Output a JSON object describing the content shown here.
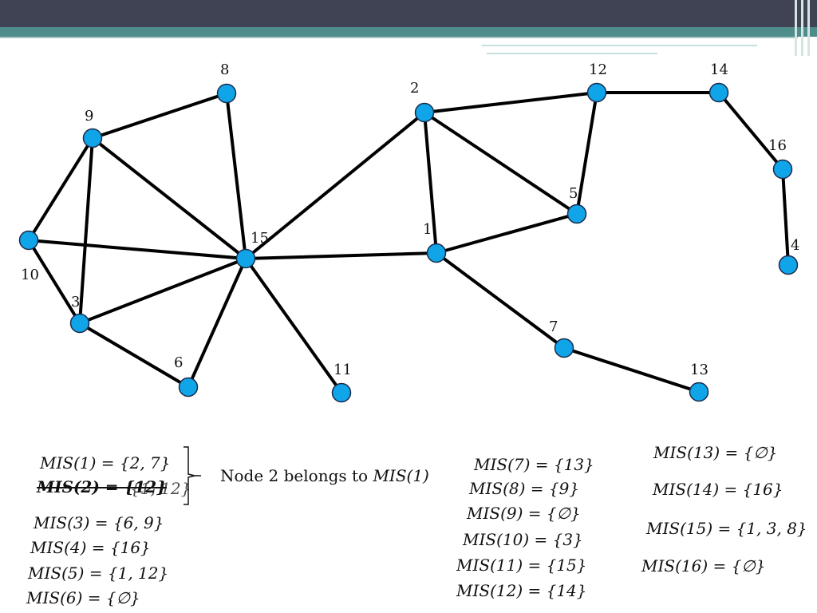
{
  "graph": {
    "nodes": [
      {
        "id": "8",
        "label": "8"
      },
      {
        "id": "9",
        "label": "9"
      },
      {
        "id": "10",
        "label": "10"
      },
      {
        "id": "3",
        "label": "3"
      },
      {
        "id": "6",
        "label": "6"
      },
      {
        "id": "15",
        "label": "15"
      },
      {
        "id": "11",
        "label": "11"
      },
      {
        "id": "2",
        "label": "2"
      },
      {
        "id": "1",
        "label": "1"
      },
      {
        "id": "5",
        "label": "5"
      },
      {
        "id": "7",
        "label": "7"
      },
      {
        "id": "13",
        "label": "13"
      },
      {
        "id": "12",
        "label": "12"
      },
      {
        "id": "14",
        "label": "14"
      },
      {
        "id": "16",
        "label": "16"
      },
      {
        "id": "4",
        "label": "4"
      }
    ],
    "edges": [
      [
        "8",
        "9"
      ],
      [
        "8",
        "15"
      ],
      [
        "9",
        "10"
      ],
      [
        "9",
        "3"
      ],
      [
        "9",
        "15"
      ],
      [
        "10",
        "15"
      ],
      [
        "10",
        "3"
      ],
      [
        "3",
        "15"
      ],
      [
        "3",
        "6"
      ],
      [
        "6",
        "15"
      ],
      [
        "15",
        "11"
      ],
      [
        "15",
        "2"
      ],
      [
        "15",
        "1"
      ],
      [
        "2",
        "12"
      ],
      [
        "2",
        "5"
      ],
      [
        "2",
        "1"
      ],
      [
        "1",
        "5"
      ],
      [
        "5",
        "12"
      ],
      [
        "12",
        "14"
      ],
      [
        "14",
        "16"
      ],
      [
        "16",
        "4"
      ],
      [
        "1",
        "7"
      ],
      [
        "7",
        "13"
      ]
    ]
  },
  "mis": {
    "m1": "MIS(1) = {2, 7}",
    "m2": "MIS(2) = {12}",
    "m2_overlap": "{1, 12}",
    "m3": "MIS(3) = {6, 9}",
    "m4": "MIS(4) = {16}",
    "m5": "MIS(5) = {1, 12}",
    "m6": "MIS(6) = {∅}",
    "m7": "MIS(7) = {13}",
    "m8": "MIS(8) = {9}",
    "m9": "MIS(9) = {∅}",
    "m10": "MIS(10) = {3}",
    "m11": "MIS(11) = {15}",
    "m12": "MIS(12) = {14}",
    "m13": "MIS(13) = {∅}",
    "m14": "MIS(14) = {16}",
    "m15": "MIS(15) = {1, 3, 8}",
    "m16": "MIS(16) = {∅}"
  },
  "note": {
    "prefix": "Node 2 belongs to ",
    "emph": "MIS(1)"
  },
  "colors": {
    "node_fill": "#10a4e8",
    "header_dark": "#404354",
    "header_teal": "#4f8c8c"
  }
}
